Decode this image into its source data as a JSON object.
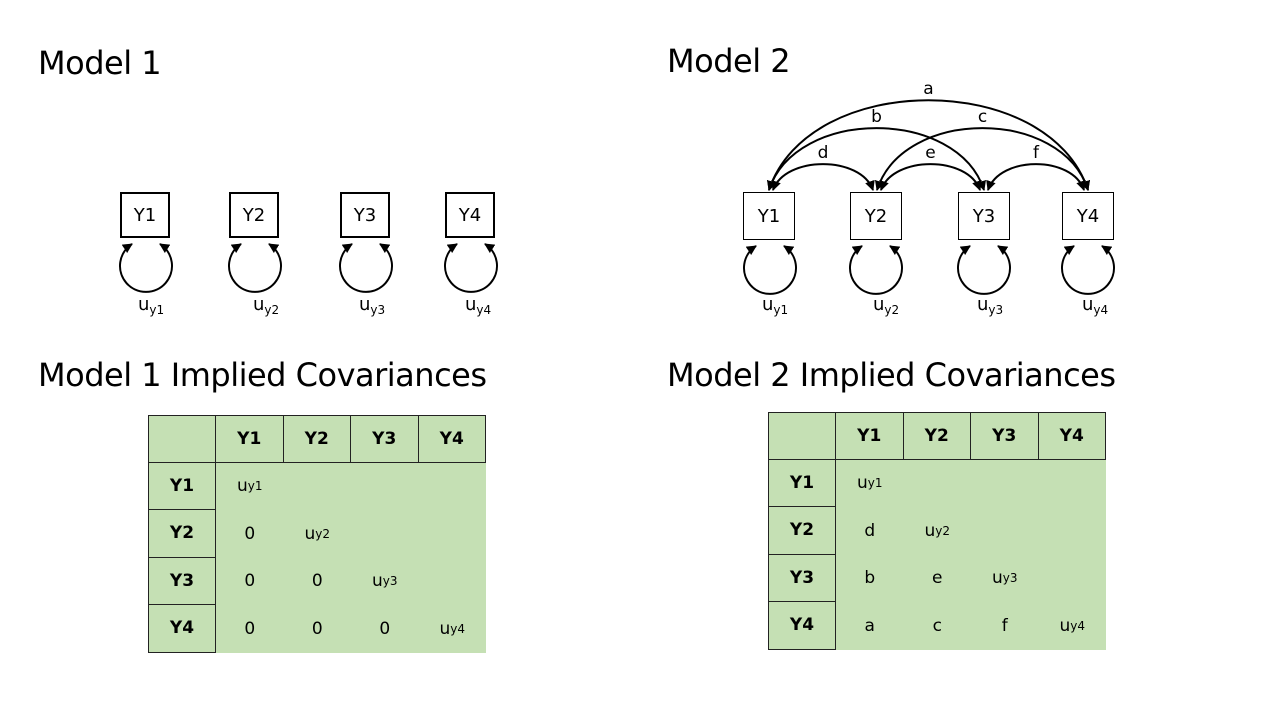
{
  "model1": {
    "title": "Model 1",
    "nodes": [
      "Y1",
      "Y2",
      "Y3",
      "Y4"
    ],
    "residuals": [
      {
        "base": "u",
        "sub": "y1"
      },
      {
        "base": "u",
        "sub": "y2"
      },
      {
        "base": "u",
        "sub": "y3"
      },
      {
        "base": "u",
        "sub": "y4"
      }
    ],
    "covariance_edges": []
  },
  "model2": {
    "title": "Model 2",
    "nodes": [
      "Y1",
      "Y2",
      "Y3",
      "Y4"
    ],
    "residuals": [
      {
        "base": "u",
        "sub": "y1"
      },
      {
        "base": "u",
        "sub": "y2"
      },
      {
        "base": "u",
        "sub": "y3"
      },
      {
        "base": "u",
        "sub": "y4"
      }
    ],
    "covariance_edges": [
      {
        "label": "a",
        "from": "Y1",
        "to": "Y4"
      },
      {
        "label": "b",
        "from": "Y1",
        "to": "Y3"
      },
      {
        "label": "c",
        "from": "Y2",
        "to": "Y4"
      },
      {
        "label": "d",
        "from": "Y1",
        "to": "Y2"
      },
      {
        "label": "e",
        "from": "Y2",
        "to": "Y3"
      },
      {
        "label": "f",
        "from": "Y3",
        "to": "Y4"
      }
    ]
  },
  "table1": {
    "title": "Model 1 Implied Covariances",
    "col_headers": [
      "Y1",
      "Y2",
      "Y3",
      "Y4"
    ],
    "row_headers": [
      "Y1",
      "Y2",
      "Y3",
      "Y4"
    ],
    "rows": [
      [
        {
          "base": "u",
          "sub": "y1"
        },
        null,
        null,
        null
      ],
      [
        "0",
        {
          "base": "u",
          "sub": "y2"
        },
        null,
        null
      ],
      [
        "0",
        "0",
        {
          "base": "u",
          "sub": "y3"
        },
        null
      ],
      [
        "0",
        "0",
        "0",
        {
          "base": "u",
          "sub": "y4"
        }
      ]
    ]
  },
  "table2": {
    "title": "Model 2 Implied Covariances",
    "col_headers": [
      "Y1",
      "Y2",
      "Y3",
      "Y4"
    ],
    "row_headers": [
      "Y1",
      "Y2",
      "Y3",
      "Y4"
    ],
    "rows": [
      [
        {
          "base": "u",
          "sub": "y1"
        },
        null,
        null,
        null
      ],
      [
        "d",
        {
          "base": "u",
          "sub": "y2"
        },
        null,
        null
      ],
      [
        "b",
        "e",
        {
          "base": "u",
          "sub": "y3"
        },
        null
      ],
      [
        "a",
        "c",
        "f",
        {
          "base": "u",
          "sub": "y4"
        }
      ]
    ]
  },
  "colors": {
    "table_fill": "#c5e0b4",
    "line": "#000000"
  }
}
